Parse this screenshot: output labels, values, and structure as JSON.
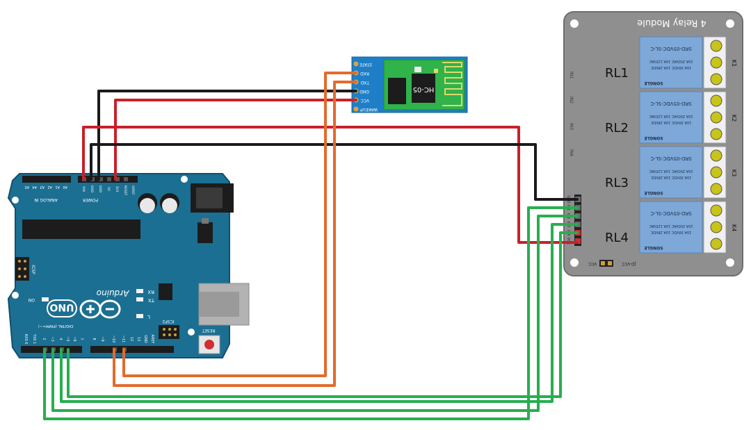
{
  "colors": {
    "arduino_board": "#1b6f92",
    "relay_board": "#8f8f8f",
    "relay_body": "#7da8d8",
    "hc05_board": "#1e7fc8",
    "hc05_module": "#2fb34a",
    "terminal": "#c8c41a",
    "wire_black": "#1a1a1a",
    "wire_red": "#c8202a",
    "wire_orange": "#e26b2b",
    "wire_green": "#27ae4f"
  },
  "arduino": {
    "brand": "Arduino",
    "model": "UNO",
    "analog_in": "ANALOG IN",
    "power": "POWER",
    "digital": "DIGITAL (PWM=~)",
    "icsp": "ICSP",
    "icsp2": "ICSP2",
    "reset": "RESET",
    "on": "ON",
    "rx": "RX",
    "tx": "TX",
    "l": "L",
    "aref": "AREF",
    "gnd": "GND",
    "ioref": "IOREF",
    "analog_pins": [
      "A5",
      "A4",
      "A3",
      "A2",
      "A1",
      "A0"
    ],
    "power_pins": [
      "VIN",
      "GND",
      "GND",
      "5V",
      "3V3",
      "RESET"
    ],
    "digital_pins": [
      "RX0 0",
      "TX0 1",
      "2",
      "~3",
      "4",
      "~5",
      "~6",
      "7",
      "8",
      "~9",
      "~10",
      "~11",
      "12",
      "13"
    ]
  },
  "hc05": {
    "name": "HC-05",
    "pins": [
      "STATE",
      "RXD",
      "TXD",
      "GND",
      "VCC",
      "WAKEUP"
    ]
  },
  "relay_module": {
    "title": "4 Relay Module",
    "relays": [
      "RL1",
      "RL2",
      "RL3",
      "RL4"
    ],
    "relay_part": "SRD-05VDC-SL-C",
    "relay_rating1": "10A 250VAC 10A 125VAC",
    "relay_rating2": "10A 30VDC 10A 28VDC",
    "relay_brand": "SONGLE",
    "k_labels": [
      "K1",
      "K2",
      "K3",
      "K4"
    ],
    "in_labels": [
      "IN1",
      "IN2",
      "IN3",
      "IN4"
    ],
    "header_pins": [
      "GND",
      "IN1",
      "IN2",
      "IN3",
      "IN4",
      "VCC"
    ],
    "jd_vcc": "JD-VCC",
    "vcc": "VCC",
    "gnd": "GND"
  }
}
